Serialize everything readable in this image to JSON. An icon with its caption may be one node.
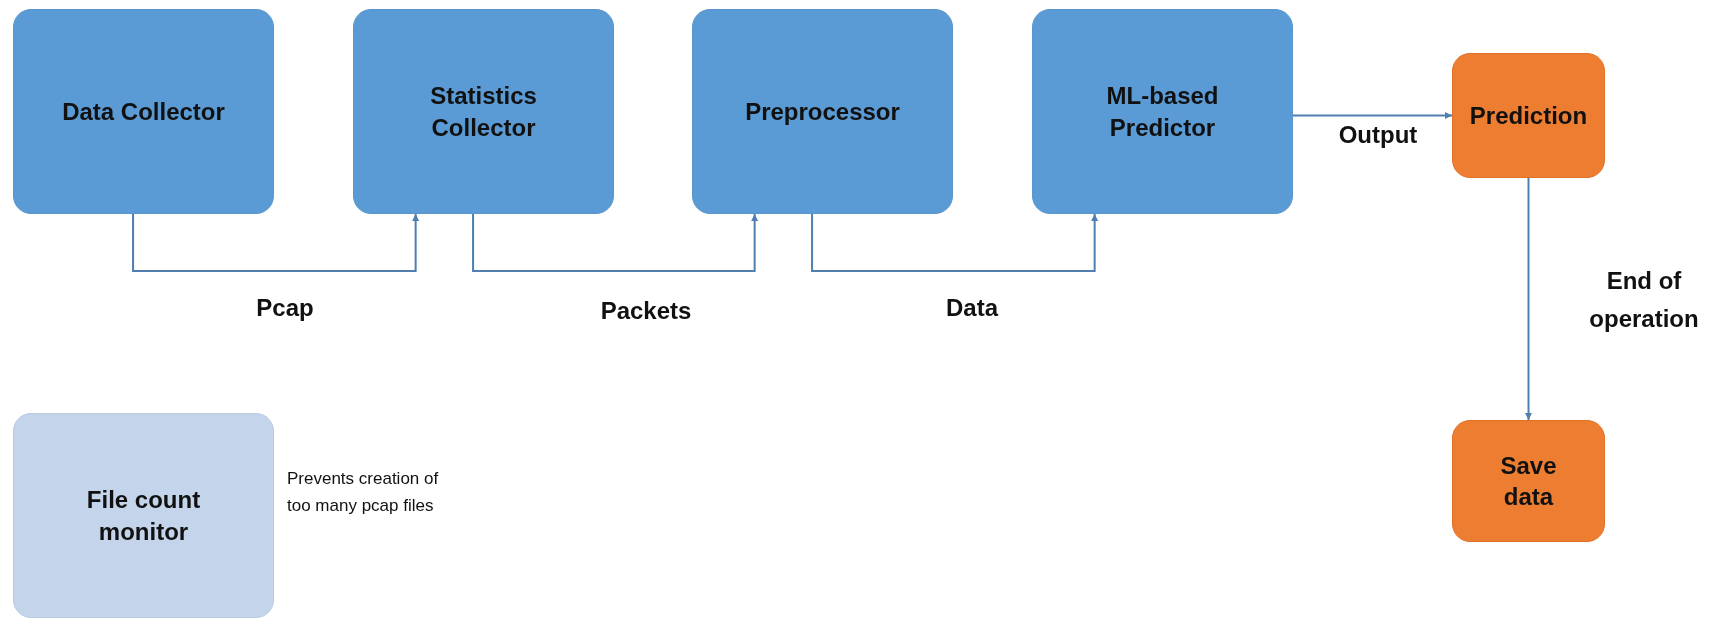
{
  "diagram": {
    "nodes": [
      {
        "text": [
          "Data Collector"
        ]
      },
      {
        "text": [
          "Statistics Collector"
        ]
      },
      {
        "text": [
          "Preprocessor"
        ]
      },
      {
        "text": [
          "ML-based Predictor"
        ]
      },
      {
        "text": [
          "Prediction"
        ]
      },
      {
        "text": [
          "Save data"
        ]
      },
      {
        "text": [
          "File count monitor"
        ],
        "beside": [
          "Prevents creation of too many pcap files"
        ]
      }
    ],
    "edges": [
      {
        "from": 0,
        "to": 1,
        "arrow": "to",
        "label": "Pcap"
      },
      {
        "from": 1,
        "to": 2,
        "arrow": "to",
        "label": "Packets"
      },
      {
        "from": 2,
        "to": 3,
        "arrow": "to",
        "label": "Data"
      },
      {
        "from": 3,
        "to": 4,
        "arrow": "to",
        "label": "Output"
      },
      {
        "from": 4,
        "to": 5,
        "arrow": "to",
        "label": "End of operation"
      }
    ]
  }
}
